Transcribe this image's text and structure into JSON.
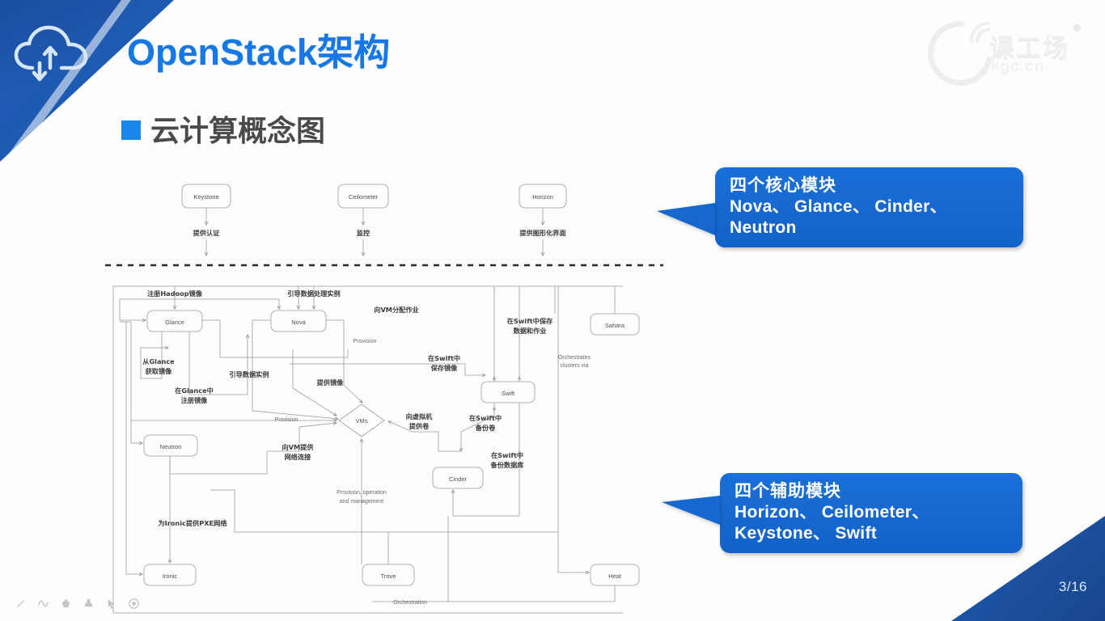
{
  "slide": {
    "title": "OpenStack架构",
    "subheading": "云计算概念图",
    "page_indicator": "3/16",
    "accent_blue": "#1578e8",
    "banner_blue": "#1b52a4",
    "callout_blue": "#1668d0",
    "bullet_color": "#1a87ec"
  },
  "logo": {
    "brand_cn": "课工场",
    "brand_domain": "kgc.cn"
  },
  "callouts": [
    {
      "id": "core",
      "line1": "四个核心模块",
      "line2": "Nova、 Glance、 Cinder、 Neutron"
    },
    {
      "id": "aux",
      "line1": "四个辅助模块",
      "line2": "Horizon、 Ceilometer、 Keystone、 Swift"
    }
  ],
  "diagram": {
    "top_services": [
      {
        "name": "Keystone",
        "caption": "提供认证"
      },
      {
        "name": "Ceilometer",
        "caption": "监控"
      },
      {
        "name": "Horizon",
        "caption": "提供图形化界面"
      }
    ],
    "nodes": [
      {
        "name": "Glance",
        "shape": "rounded-rect"
      },
      {
        "name": "Nova",
        "shape": "rounded-rect"
      },
      {
        "name": "Sahara",
        "shape": "rounded-rect"
      },
      {
        "name": "Swift",
        "shape": "rounded-rect"
      },
      {
        "name": "VMs",
        "shape": "diamond"
      },
      {
        "name": "Neutron",
        "shape": "rounded-rect"
      },
      {
        "name": "Cinder",
        "shape": "rounded-rect"
      },
      {
        "name": "Ironic",
        "shape": "rounded-rect"
      },
      {
        "name": "Trove",
        "shape": "rounded-rect"
      },
      {
        "name": "Heat",
        "shape": "rounded-rect"
      }
    ],
    "edge_labels": [
      "注册Hadoop镜像",
      "引导数据处理实例",
      "向VM分配作业",
      "在Swift中保存数据和作业",
      "Orchestrates clusters via",
      "从Glance获取镜像",
      "在Glance中注册镜像",
      "引导数据实例",
      "提供镜像",
      "Provision",
      "在Swift中保存镜像",
      "Provision",
      "向虚拟机提供卷",
      "在Swift中备份卷",
      "向VM提供网络连接",
      "在Swift中备份数据库",
      "Provision, operation and management",
      "为Ironic提供PXE网络",
      "Orchestration"
    ]
  },
  "toolbar": {
    "items": [
      {
        "icon": "pen-icon"
      },
      {
        "icon": "wave-icon"
      },
      {
        "icon": "shape-icon"
      },
      {
        "icon": "stamp-icon"
      },
      {
        "icon": "cursor-icon"
      },
      {
        "icon": "record-icon"
      }
    ]
  }
}
